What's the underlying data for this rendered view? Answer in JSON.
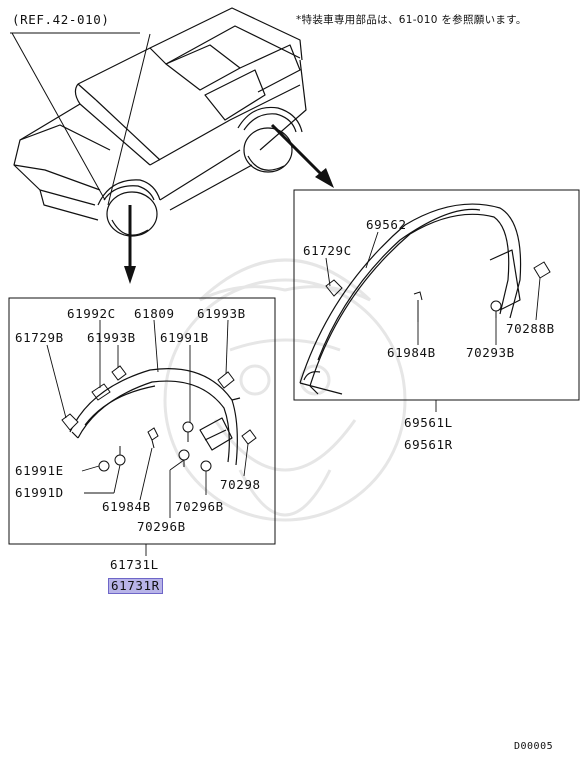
{
  "header": {
    "ref_label": "(REF.42-010)",
    "note": "*特装車専用部品は、61-010 を参照願います。"
  },
  "box_left": {
    "part_labels": {
      "p61992C": "61992C",
      "p61809": "61809",
      "p61993B_a": "61993B",
      "p61729B": "61729B",
      "p61993B_b": "61993B",
      "p61991B": "61991B",
      "p61991E": "61991E",
      "p61991D": "61991D",
      "p70298": "70298",
      "p61984B": "61984B",
      "p70296B_a": "70296B",
      "p70296B_b": "70296B"
    },
    "assembly_label_l": "61731L",
    "assembly_label_r": "61731R"
  },
  "box_right": {
    "part_labels": {
      "p69562": "69562",
      "p61729C": "61729C",
      "p61984B": "61984B",
      "p70293B": "70293B",
      "p70288B": "70288B"
    },
    "assembly_label_l": "69561L",
    "assembly_label_r": "69561R"
  },
  "footer": {
    "diagram_code": "D00005"
  },
  "colors": {
    "line": "#111111",
    "highlight_fill": "#b8b4e8",
    "highlight_border": "#6e66c8",
    "watermark": "#e6e6e6"
  }
}
